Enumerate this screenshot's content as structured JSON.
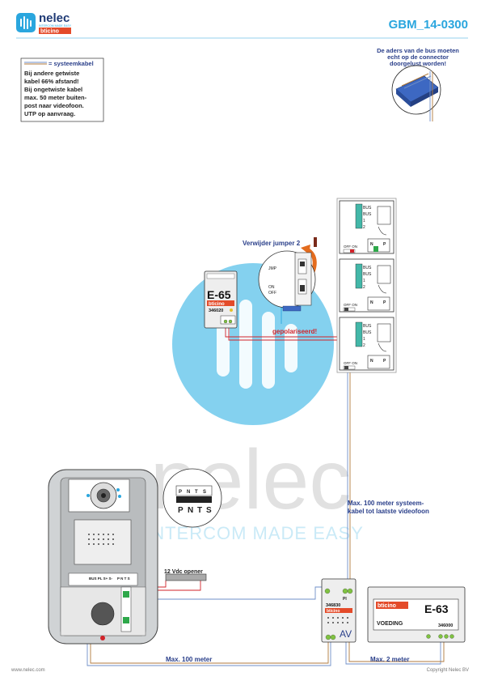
{
  "header": {
    "brand_name": "nelec",
    "brand_sub": "INTERCOM MADE EASY",
    "brand_logo": "bticino",
    "doc_code": "GBM_14-0300"
  },
  "cable_note": {
    "legend": "= systeemkabel",
    "lines": [
      "Bij andere getwiste",
      "kabel 66% afstand!",
      "Bij ongetwiste kabel",
      "max. 50 meter buiten-",
      "post naar videofoon.",
      "UTP op aanvraag."
    ]
  },
  "connector_note": {
    "lines": [
      "De aders van de bus moeten",
      "echt op de connector",
      "doorgelust worden!"
    ]
  },
  "watermark": {
    "text": "nelec",
    "tagline": "INTERCOM MADE EASY"
  },
  "labels": {
    "remove_jumper": "Verwijder jumper 2",
    "polarized": "gepolariseerd!",
    "max_system_cable_1": "Max. 100 meter systeem-",
    "max_system_cable_2": "kabel tot laatste videofoon",
    "opener": "12 Vdc opener",
    "max_100": "Max. 100 meter",
    "max_2": "Max. 2 meter"
  },
  "jumper_detail": {
    "jmp": "JMP",
    "on": "ON",
    "off": "OFF"
  },
  "modules": {
    "e65": {
      "name": "E-65",
      "logo": "bticino",
      "code": "346020"
    },
    "av": {
      "logo": "bticino",
      "code": "346830",
      "label": "AV",
      "terminal": "PI"
    },
    "e63": {
      "logo": "bticino",
      "name": "E-63",
      "sub": "VOEDING",
      "code": "346000"
    }
  },
  "videophone": {
    "terminals": [
      "BUS",
      "BUS",
      "1",
      "2"
    ],
    "switch_label": "OFF ON",
    "keys": [
      "N",
      "P"
    ]
  },
  "panel": {
    "terminal_strip": [
      "P",
      "N",
      "T",
      "S"
    ],
    "bottom_terminals": "BUS PL S+ S-",
    "bottom_keys": "P N T S"
  },
  "footer": {
    "website": "www.nelec.com",
    "copyright": "Copyright Nelec BV"
  },
  "colors": {
    "brand_blue": "#2aa6de",
    "dark_blue": "#2a3f8a",
    "red": "#d2232a",
    "wire_blue": "#6f8fc8",
    "wire_brown": "#b07a3c",
    "green": "#2ea84a"
  }
}
